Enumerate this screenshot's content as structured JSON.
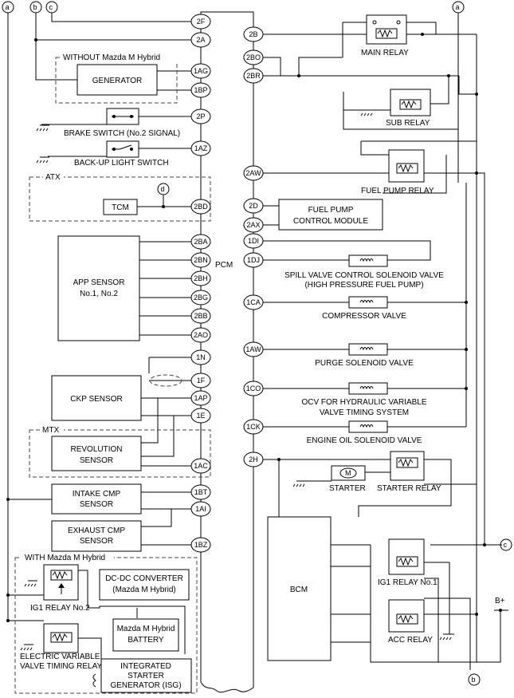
{
  "pcm": {
    "label": "PCM"
  },
  "refs": {
    "a": "a",
    "b": "b",
    "c": "c",
    "d": "d"
  },
  "groups": {
    "without_hybrid": "WITHOUT Mazda M Hybrid",
    "atx": "ATX",
    "mtx": "MTX",
    "with_hybrid": "WITH Mazda M Hybrid"
  },
  "left_components": {
    "generator": "GENERATOR",
    "brake_switch": "BRAKE SWITCH (No.2 SIGNAL)",
    "backup_light_switch": "BACK-UP LIGHT SWITCH",
    "tcm": "TCM",
    "app_sensor_l1": "APP SENSOR",
    "app_sensor_l2": "No.1, No.2",
    "ckp_sensor": "CKP SENSOR",
    "revolution_l1": "REVOLUTION",
    "revolution_l2": "SENSOR",
    "intake_cmp_l1": "INTAKE CMP",
    "intake_cmp_l2": "SENSOR",
    "exhaust_cmp_l1": "EXHAUST CMP",
    "exhaust_cmp_l2": "SENSOR",
    "dcdc_l1": "DC-DC CONVERTER",
    "dcdc_l2": "(Mazda M Hybrid)",
    "ig1_relay2": "IG1 RELAY No.2",
    "battery_l1": "Mazda M Hybrid",
    "battery_l2": "BATTERY",
    "evvt_relay_l1": "ELECTRIC VARIABLE",
    "evvt_relay_l2": "VALVE TIMING RELAY",
    "isg_l1": "INTEGRATED",
    "isg_l2": "STARTER",
    "isg_l3": "GENERATOR (ISG)"
  },
  "right_components": {
    "main_relay": "MAIN RELAY",
    "sub_relay": "SUB RELAY",
    "fuel_pump_relay": "FUEL PUMP RELAY",
    "fpcm_l1": "FUEL PUMP",
    "fpcm_l2": "CONTROL MODULE",
    "spill_valve_l1": "SPILL VALVE CONTROL SOLENOID VALVE",
    "spill_valve_l2": "(HIGH PRESSURE FUEL PUMP)",
    "compressor_valve": "COMPRESSOR VALVE",
    "purge_valve": "PURGE SOLENOID VALVE",
    "ocv_l1": "OCV FOR HYDRAULIC VARIABLE",
    "ocv_l2": "VALVE TIMING SYSTEM",
    "engine_oil_valve": "ENGINE OIL SOLENOID VALVE",
    "starter": "STARTER",
    "motor_symbol": "M",
    "starter_relay": "STARTER RELAY",
    "bcm": "BCM",
    "ig1_relay1": "IG1 RELAY No.1",
    "acc_relay": "ACC RELAY",
    "bplus": "B+"
  },
  "left_pins": [
    "2F",
    "2A",
    "1AG",
    "1BP",
    "2P",
    "1AZ",
    "2BD",
    "2BA",
    "2BN",
    "2BH",
    "2BG",
    "2BB",
    "2AO",
    "1N",
    "1F",
    "1AP",
    "1E",
    "1AC",
    "1BT",
    "1AI",
    "1BZ"
  ],
  "right_pins": [
    "2B",
    "2BO",
    "2BR",
    "2AW",
    "2D",
    "2AX",
    "1DI",
    "1DJ",
    "1CA",
    "1AW",
    "1CO",
    "1CK",
    "2H"
  ]
}
